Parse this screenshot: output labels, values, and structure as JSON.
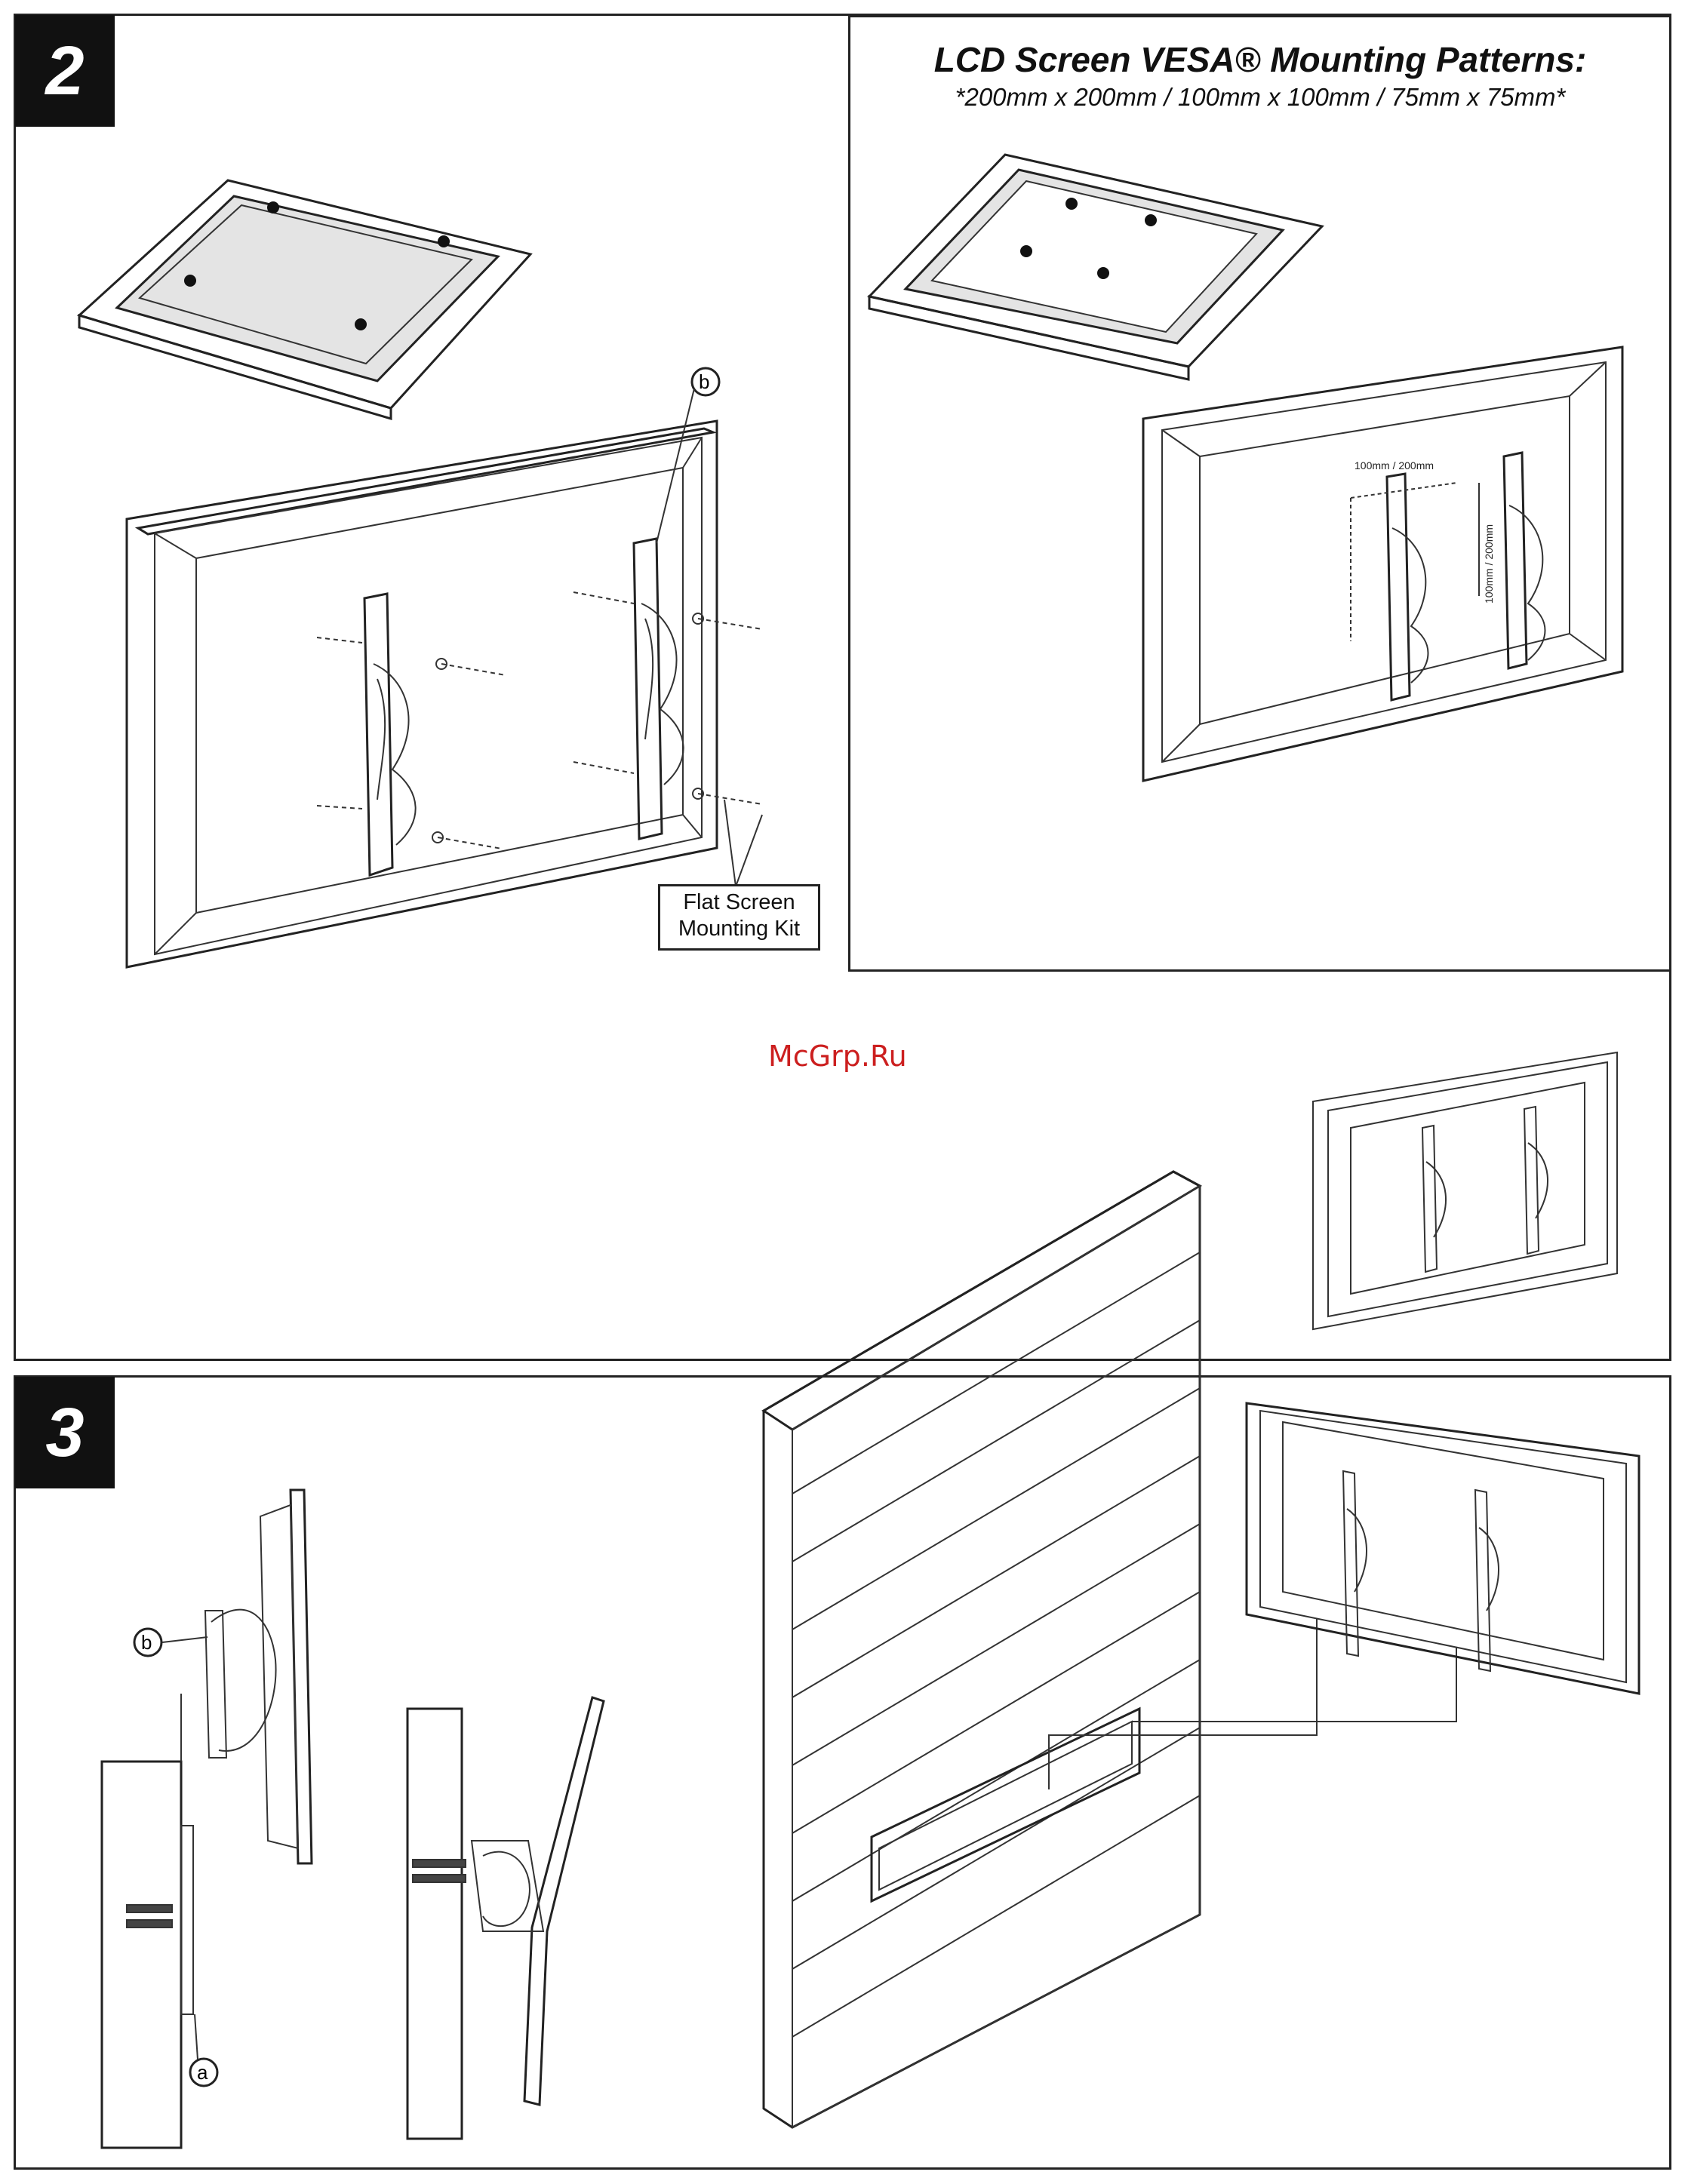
{
  "step2": {
    "badge": "2",
    "vesa_title": "LCD Screen VESA® Mounting Patterns:",
    "vesa_subtitle": "*200mm x 200mm / 100mm x 100mm / 75mm x 75mm*",
    "kit_label_line1": "Flat Screen",
    "kit_label_line2": "Mounting Kit",
    "callout_b": "b",
    "dim_horizontal": "100mm / 200mm",
    "dim_vertical": "100mm / 200mm"
  },
  "watermark": "McGrp.Ru",
  "step3": {
    "badge": "3",
    "callout_b": "b",
    "callout_a": "a"
  }
}
